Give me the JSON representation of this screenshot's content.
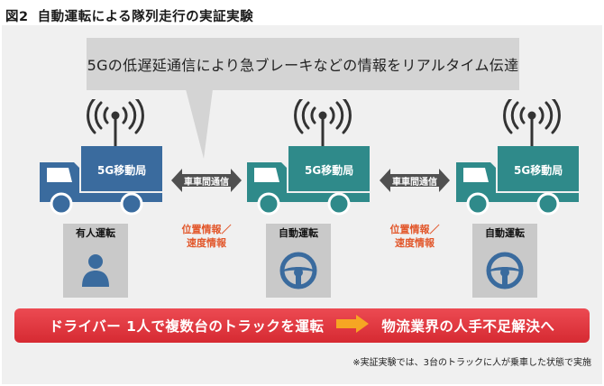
{
  "title": {
    "number": "図2",
    "text": "自動運転による隊列走行の実証実験"
  },
  "callout": "5Gの低遅延通信により急ブレーキなどの情報をリアルタイム伝達",
  "trucks": [
    {
      "box_label": "5G移動局",
      "color": "#3a6b9e",
      "driver_label": "有人運転",
      "driver_icon": "person-icon"
    },
    {
      "box_label": "5G移動局",
      "color": "#2f8a8a",
      "driver_label": "自動運転",
      "driver_icon": "steering-wheel-icon"
    },
    {
      "box_label": "5G移動局",
      "color": "#2f8a8a",
      "driver_label": "自動運転",
      "driver_icon": "steering-wheel-icon"
    }
  ],
  "links": [
    {
      "label": "車車間通信",
      "info_line1": "位置情報／",
      "info_line2": "速度情報"
    },
    {
      "label": "車車間通信",
      "info_line1": "位置情報／",
      "info_line2": "速度情報"
    }
  ],
  "banner": {
    "left": "ドライバー 1人で複数台のトラックを運転",
    "right": "物流業界の人手不足解決へ"
  },
  "footnote": "※実証実験では、3台のトラックに人が乗車した状態で実施",
  "colors": {
    "accent_red": "#d62a32",
    "info_orange": "#e2572b",
    "arrow_gray": "#505050",
    "card_gray": "#c9c9c9"
  }
}
